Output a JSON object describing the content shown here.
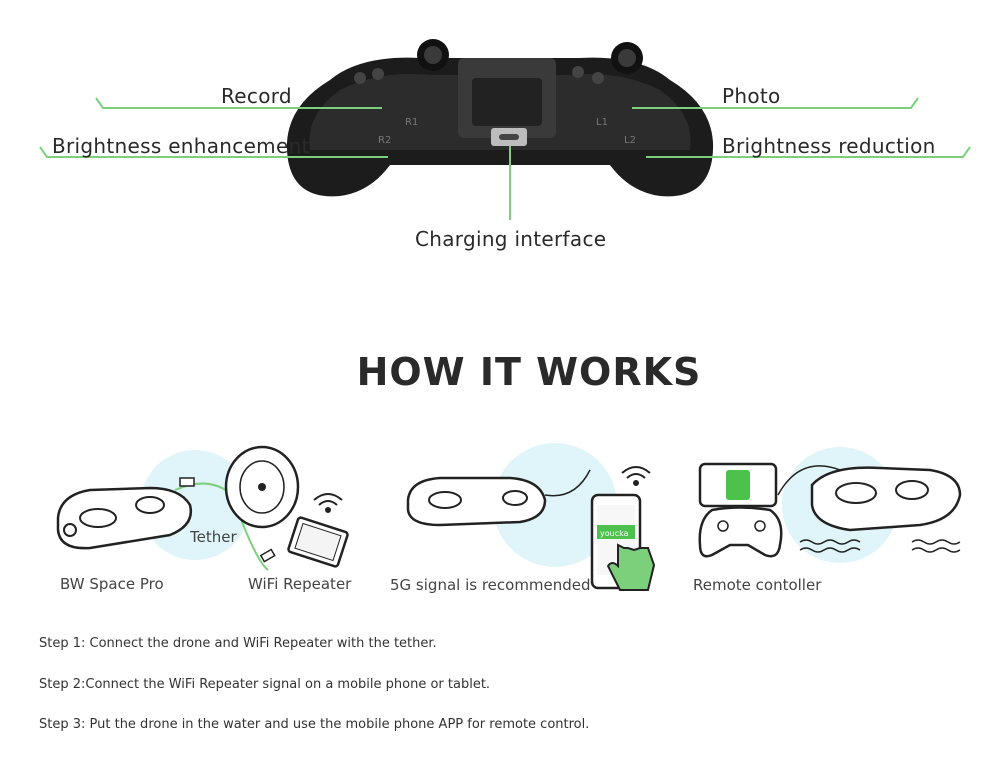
{
  "controller_callouts": {
    "record": "Record",
    "photo": "Photo",
    "brightness_enhancement": "Brightness enhancement",
    "brightness_reduction": "Brightness reduction",
    "charging_interface": "Charging interface"
  },
  "controller_button_marks": {
    "r1": "R1",
    "r2": "R2",
    "l1": "L1",
    "l2": "L2"
  },
  "section_title": "HOW IT WORKS",
  "illustrations": {
    "panel1": {
      "drone": "BW Space Pro",
      "tether": "Tether",
      "repeater": "WiFi Repeater"
    },
    "panel2": {
      "signal": "5G signal is recommended",
      "app_brand": "youcka"
    },
    "panel3": {
      "remote": "Remote contoller"
    }
  },
  "steps": [
    "Step 1: Connect the drone and WiFi Repeater with the tether.",
    "Step 2:Connect the WiFi Repeater signal on a mobile phone or tablet.",
    "Step 3: Put the drone in the water and use the mobile phone APP for remote control."
  ],
  "colors": {
    "accent_green": "#7cd07c",
    "light_cyan": "#dff5fa",
    "app_green": "#4cc24c"
  }
}
